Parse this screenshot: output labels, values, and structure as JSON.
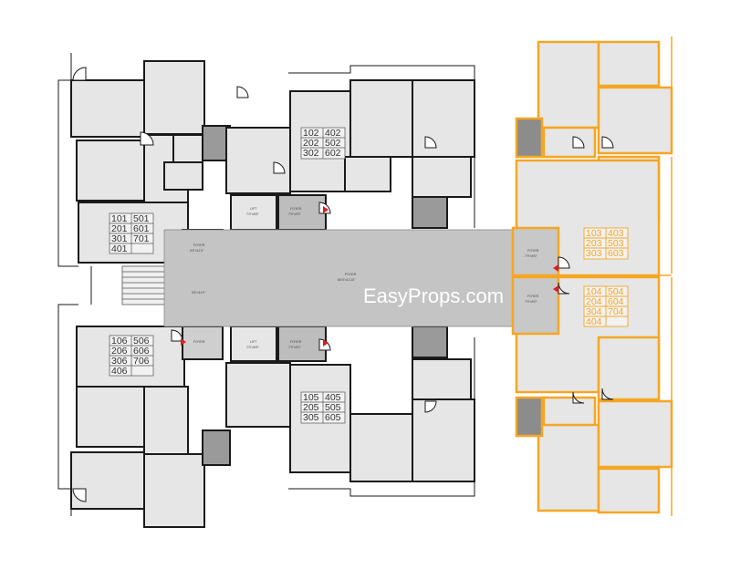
{
  "watermark": "EasyProps.com",
  "colors": {
    "wall": "#1a1a1a",
    "highlight": "#f5a623",
    "room_fill": "#e6e6e6",
    "corridor_fill": "#c4c4c4",
    "dark_fill": "#8c8c8c",
    "arrow": "#e21b1b",
    "background": "#ffffff"
  },
  "labels": {
    "lift": "LIFT",
    "lift_dim": "7'0\"x5'6\"",
    "foyer": "FOYER",
    "foyer_dim": "7'9\"x9'0\"",
    "main_foyer": "FOYER",
    "main_foyer_dim": "60'5\"x11'10\"",
    "foyer_left_dim": "5'6\"x11'0\""
  },
  "units": {
    "nw": [
      "101",
      "501",
      "201",
      "601",
      "301",
      "701",
      "401"
    ],
    "nc": [
      "102",
      "402",
      "202",
      "502",
      "302",
      "602"
    ],
    "sw": [
      "106",
      "506",
      "206",
      "606",
      "306",
      "706",
      "406"
    ],
    "sc": [
      "105",
      "405",
      "205",
      "505",
      "305",
      "605"
    ],
    "ne": [
      "103",
      "403",
      "203",
      "503",
      "303",
      "603"
    ],
    "se": [
      "104",
      "504",
      "204",
      "604",
      "304",
      "704",
      "404"
    ]
  }
}
